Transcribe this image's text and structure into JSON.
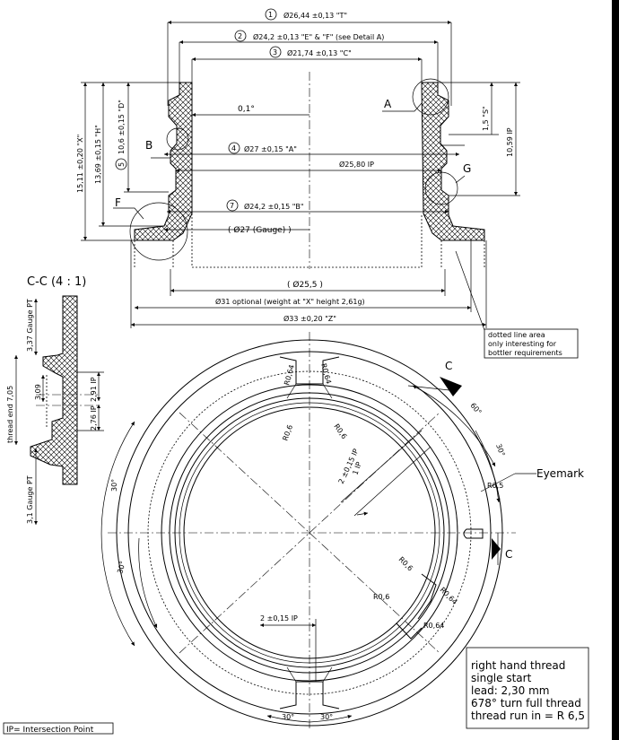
{
  "section_labels": {
    "section_cc": "C-C (4 : 1)",
    "detail_a": "A",
    "detail_b": "B",
    "detail_f": "F",
    "detail_g": "G",
    "cut_c_top": "C",
    "cut_c_right": "C"
  },
  "dimensions_top": {
    "d1_num": "1",
    "d1_text": "Ø26,44 ±0,13  \"T\"",
    "d2_num": "2",
    "d2_text": "Ø24,2 ±0,13  \"E\" & \"F\" (see Detail A)",
    "d3_num": "3",
    "d3_text": "Ø21,74 ±0,13  \"C\"",
    "angle_01": "0,1°",
    "d4_num": "4",
    "d4_text": "Ø27 ±0,15  \"A\"",
    "d_2580": "Ø25,80 IP",
    "d7_num": "7",
    "d7_text": "Ø24,2 ±0,15  \"B\"",
    "gauge27": "( Ø27 (Gauge) )",
    "d_255": "( Ø25,5 )",
    "d31": "Ø31 optional (weight at \"X\" height 2,61g)",
    "d33": "Ø33 ±0,20  \"Z\""
  },
  "dimensions_side": {
    "h_1511": "15,11 ±0,20 \"X\"",
    "h_1369": "13,69 ±0,15 \"H\"",
    "h5_num": "5",
    "h_106": "10,6 ±0,15 \"D\"",
    "h_15s": "1,5 \"S\"",
    "h_1059": "10,59 IP"
  },
  "section_dims": {
    "gauge_337": "3,37 Gauge PT",
    "thread_end": "thread end 7,05",
    "d_309": "3,09",
    "d_291": "2,91 IP",
    "d_276": "2,76 IP",
    "gauge_31": "3,1 Gauge PT"
  },
  "plan_dims": {
    "r064_a": "R0,64",
    "r064_b": "R0,64",
    "r06_a": "R0,6",
    "r06_b": "R0,6",
    "a60": "60°",
    "a30_r": "30°",
    "r65": "R6,5",
    "ip1": "1 IP",
    "ip2": "2 ±0,15 IP",
    "a30_left": "30°",
    "a30_left2": "30°",
    "r06_c": "R0,6",
    "r064_c": "R0,64",
    "r06_d": "R0,6",
    "r064_d": "R0,64",
    "w2": "2 ±0,15  IP",
    "a30_b1": "30°",
    "a30_b2": "30°",
    "eyemark": "Eyemark"
  },
  "dotted_note": [
    "dotted line area",
    "only interesting for",
    "bottler requirements"
  ],
  "thread_note": [
    "right hand thread",
    "single start",
    "lead: 2,30 mm",
    "678° turn full thread",
    "thread run in = R 6,5"
  ],
  "footer_note": "IP= Intersection Point"
}
